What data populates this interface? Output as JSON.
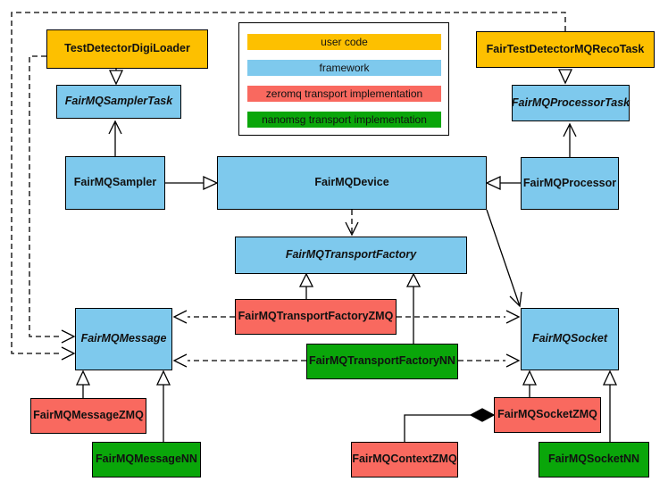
{
  "colors": {
    "user_code": "#FDC000",
    "framework": "#7EC9ED",
    "zeromq": "#F9695F",
    "nanomsg": "#0AA60A",
    "border": "#000000",
    "background": "#FFFFFF"
  },
  "legend": {
    "items": [
      {
        "label": "user code",
        "category": "user_code"
      },
      {
        "label": "framework",
        "category": "framework"
      },
      {
        "label": "zeromq transport implementation",
        "category": "zeromq"
      },
      {
        "label": "nanomsg transport implementation",
        "category": "nanomsg"
      }
    ]
  },
  "nodes": {
    "test_detector_digi_loader": {
      "label": "TestDetectorDigiLoader",
      "category": "user_code",
      "abstract": false
    },
    "fair_test_detector_mq_reco_task": {
      "label": "FairTestDetectorMQRecoTask",
      "category": "user_code",
      "abstract": false
    },
    "fairmq_sampler_task": {
      "label": "FairMQSamplerTask",
      "category": "framework",
      "abstract": true
    },
    "fairmq_processor_task": {
      "label": "FairMQProcessorTask",
      "category": "framework",
      "abstract": true
    },
    "fairmq_sampler": {
      "label": "FairMQSampler",
      "category": "framework",
      "abstract": false
    },
    "fairmq_device": {
      "label": "FairMQDevice",
      "category": "framework",
      "abstract": false
    },
    "fairmq_processor": {
      "label": "FairMQProcessor",
      "category": "framework",
      "abstract": false
    },
    "fairmq_transport_factory": {
      "label": "FairMQTransportFactory",
      "category": "framework",
      "abstract": true
    },
    "fairmq_transport_factory_zmq": {
      "label": "FairMQTransportFactoryZMQ",
      "category": "zeromq",
      "abstract": false
    },
    "fairmq_transport_factory_nn": {
      "label": "FairMQTransportFactoryNN",
      "category": "nanomsg",
      "abstract": false
    },
    "fairmq_message": {
      "label": "FairMQMessage",
      "category": "framework",
      "abstract": true
    },
    "fairmq_socket": {
      "label": "FairMQSocket",
      "category": "framework",
      "abstract": true
    },
    "fairmq_message_zmq": {
      "label": "FairMQMessageZMQ",
      "category": "zeromq",
      "abstract": false
    },
    "fairmq_message_nn": {
      "label": "FairMQMessageNN",
      "category": "nanomsg",
      "abstract": false
    },
    "fairmq_socket_zmq": {
      "label": "FairMQSocketZMQ",
      "category": "zeromq",
      "abstract": false
    },
    "fairmq_socket_nn": {
      "label": "FairMQSocketNN",
      "category": "nanomsg",
      "abstract": false
    },
    "fairmq_context_zmq": {
      "label": "FairMQContextZMQ",
      "category": "zeromq",
      "abstract": false
    }
  },
  "relations": [
    {
      "from": "TestDetectorDigiLoader",
      "to": "FairMQSamplerTask",
      "type": "inheritance"
    },
    {
      "from": "FairTestDetectorMQRecoTask",
      "to": "FairMQProcessorTask",
      "type": "inheritance"
    },
    {
      "from": "FairMQSampler",
      "to": "FairMQSamplerTask",
      "type": "association"
    },
    {
      "from": "FairMQProcessor",
      "to": "FairMQProcessorTask",
      "type": "association"
    },
    {
      "from": "FairMQSampler",
      "to": "FairMQDevice",
      "type": "inheritance"
    },
    {
      "from": "FairMQProcessor",
      "to": "FairMQDevice",
      "type": "inheritance"
    },
    {
      "from": "FairMQDevice",
      "to": "FairMQTransportFactory",
      "type": "dependency"
    },
    {
      "from": "FairMQDevice",
      "to": "FairMQSocket",
      "type": "association"
    },
    {
      "from": "FairMQTransportFactoryZMQ",
      "to": "FairMQTransportFactory",
      "type": "inheritance"
    },
    {
      "from": "FairMQTransportFactoryNN",
      "to": "FairMQTransportFactory",
      "type": "inheritance"
    },
    {
      "from": "FairMQTransportFactoryZMQ",
      "to": "FairMQMessage",
      "type": "dependency"
    },
    {
      "from": "FairMQTransportFactoryZMQ",
      "to": "FairMQSocket",
      "type": "dependency"
    },
    {
      "from": "FairMQTransportFactoryNN",
      "to": "FairMQMessage",
      "type": "dependency"
    },
    {
      "from": "FairMQTransportFactoryNN",
      "to": "FairMQSocket",
      "type": "dependency"
    },
    {
      "from": "TestDetectorDigiLoader",
      "to": "FairMQMessage",
      "type": "dependency"
    },
    {
      "from": "FairTestDetectorMQRecoTask",
      "to": "FairMQMessage",
      "type": "dependency"
    },
    {
      "from": "FairMQMessageZMQ",
      "to": "FairMQMessage",
      "type": "inheritance"
    },
    {
      "from": "FairMQMessageNN",
      "to": "FairMQMessage",
      "type": "inheritance"
    },
    {
      "from": "FairMQSocketZMQ",
      "to": "FairMQSocket",
      "type": "inheritance"
    },
    {
      "from": "FairMQSocketNN",
      "to": "FairMQSocket",
      "type": "inheritance"
    },
    {
      "from": "FairMQContextZMQ",
      "to": "FairMQSocketZMQ",
      "type": "composition"
    }
  ]
}
